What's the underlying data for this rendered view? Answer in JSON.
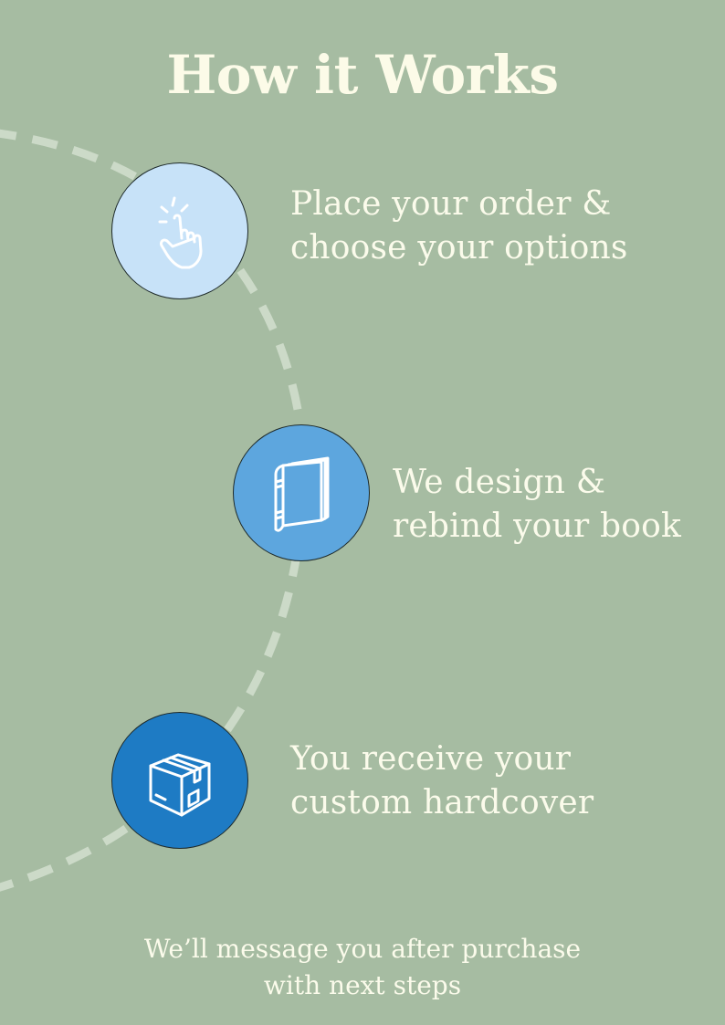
{
  "heading": {
    "title": "How it Works"
  },
  "steps": [
    {
      "icon": "pointing-hand-icon",
      "color": "#c7e2f8",
      "line1": "Place your order &",
      "line2": "choose your options"
    },
    {
      "icon": "book-icon",
      "color": "#5da6de",
      "line1": "We design &",
      "line2": "rebind your book"
    },
    {
      "icon": "package-box-icon",
      "color": "#1e7bc4",
      "line1": "You receive your",
      "line2": "custom hardcover"
    }
  ],
  "footer": {
    "line1": "We’ll message you after purchase",
    "line2": "with next steps"
  },
  "colors": {
    "background": "#a6bca2",
    "text": "#fbfbeb",
    "arc": "#ccdac8"
  }
}
